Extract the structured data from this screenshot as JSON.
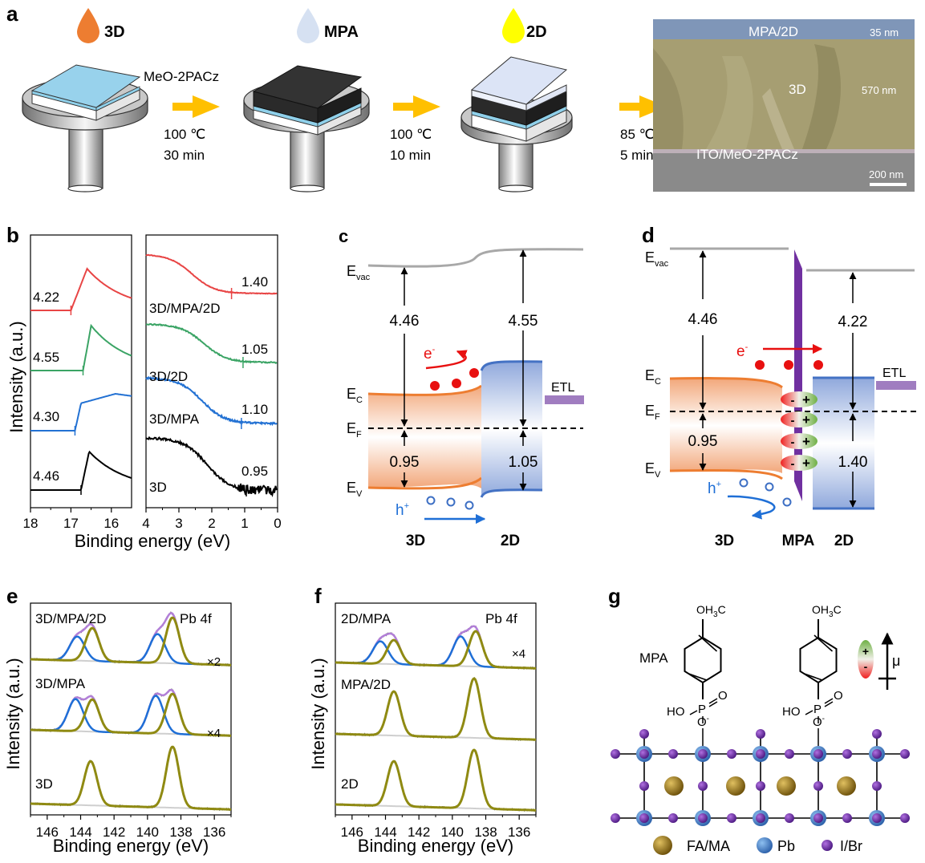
{
  "panels": {
    "a": {
      "label": "a",
      "drops": [
        {
          "label": "3D",
          "color": "#ED7D31"
        },
        {
          "label": "MPA",
          "color": "#D6E1F2"
        },
        {
          "label": "2D",
          "color": "#FFFF00"
        }
      ],
      "substrate_label": "MeO-2PACz",
      "steps": [
        {
          "temp": "100 ℃",
          "time": "30 min"
        },
        {
          "temp": "100 ℃",
          "time": "10 min"
        },
        {
          "temp": "85 ℃",
          "time": "5 min"
        }
      ],
      "sem": {
        "top_layer": "MPA/2D",
        "top_thickness": "35 nm",
        "middle_layer": "3D",
        "middle_thickness": "570 nm",
        "bottom_layer": "ITO/MeO-2PACz",
        "scale_bar": "200 nm"
      },
      "arrow_color": "#FFC000"
    },
    "b": {
      "label": "b",
      "ylabel": "Intensity (a.u.)",
      "xlabel": "Binding energy (eV)",
      "left_ticks": [
        "18",
        "17",
        "16"
      ],
      "right_ticks": [
        "4",
        "3",
        "2",
        "1",
        "0"
      ],
      "series": [
        {
          "name": "3D/MPA/2D",
          "color": "#E84545",
          "cutoff_value": "4.22",
          "vbm_value": "1.40"
        },
        {
          "name": "3D/2D",
          "color": "#3BA465",
          "cutoff_value": "4.55",
          "vbm_value": "1.05"
        },
        {
          "name": "3D/MPA",
          "color": "#2271D3",
          "cutoff_value": "4.30",
          "vbm_value": "1.10"
        },
        {
          "name": "3D",
          "color": "#000000",
          "cutoff_value": "4.46",
          "vbm_value": "0.95"
        }
      ]
    },
    "c": {
      "label": "c",
      "evac": "E",
      "evac_sub": "vac",
      "ec": "E",
      "ec_sub": "C",
      "ef": "E",
      "ef_sub": "F",
      "ev": "E",
      "ev_sub": "V",
      "wf_3d": "4.46",
      "wf_2d": "4.55",
      "vb_3d": "0.95",
      "vb_2d": "1.05",
      "electron": "e",
      "electron_sup": "-",
      "hole": "h",
      "hole_sup": "+",
      "etl": "ETL",
      "layer_3d": "3D",
      "layer_2d": "2D"
    },
    "d": {
      "label": "d",
      "evac": "E",
      "evac_sub": "vac",
      "ec": "E",
      "ec_sub": "C",
      "ef": "E",
      "ef_sub": "F",
      "ev": "E",
      "ev_sub": "V",
      "wf_3d": "4.46",
      "wf_2d": "4.22",
      "vb_3d": "0.95",
      "vb_2d": "1.40",
      "electron": "e",
      "electron_sup": "-",
      "hole": "h",
      "hole_sup": "+",
      "etl": "ETL",
      "dipole_minus": "-",
      "dipole_plus": "+",
      "layer_3d": "3D",
      "layer_mpa": "MPA",
      "layer_2d": "2D"
    },
    "e": {
      "label": "e",
      "ylabel": "Intensity (a.u.)",
      "xlabel": "Binding energy (eV)",
      "ticks": [
        "146",
        "144",
        "142",
        "140",
        "138",
        "136"
      ],
      "core_level": "Pb 4f",
      "series": [
        {
          "name": "3D/MPA/2D",
          "scale": "×2"
        },
        {
          "name": "3D/MPA",
          "scale": "×4"
        },
        {
          "name": "3D",
          "scale": ""
        }
      ]
    },
    "f": {
      "label": "f",
      "ylabel": "Intensity (a.u.)",
      "xlabel": "Binding energy (eV)",
      "ticks": [
        "146",
        "144",
        "142",
        "140",
        "138",
        "136"
      ],
      "core_level": "Pb 4f",
      "series": [
        {
          "name": "2D/MPA",
          "scale": "×4"
        },
        {
          "name": "MPA/2D",
          "scale": ""
        },
        {
          "name": "2D",
          "scale": ""
        }
      ]
    },
    "g": {
      "label": "g",
      "molecule_label": "MPA",
      "methoxy": "OH",
      "methoxy_sub": "3",
      "methoxy_end": "C",
      "p_atom": "P",
      "o_double": "O",
      "ho": "HO",
      "o_minus": "O",
      "o_minus_sup": "-",
      "dipole_plus": "+",
      "dipole_minus": "-",
      "mu": "μ",
      "legend": [
        {
          "label": "FA/MA",
          "color": "#8B6A10"
        },
        {
          "label": "Pb",
          "color": "#3A78C9"
        },
        {
          "label": "I/Br",
          "color": "#6B2BA0"
        }
      ]
    }
  },
  "chart_data": [
    {
      "type": "line",
      "panel": "b-left",
      "title": "",
      "xlabel": "Binding energy (eV)",
      "ylabel": "Intensity (a.u.)",
      "xlim": [
        18,
        15.5
      ],
      "series": [
        {
          "name": "3D/MPA/2D",
          "cutoff_eV": 17.0,
          "peak_eV": 16.6
        },
        {
          "name": "3D/2D",
          "cutoff_eV": 16.7,
          "peak_eV": 16.5
        },
        {
          "name": "3D/MPA",
          "cutoff_eV": 16.9,
          "peak_eV": 15.9
        },
        {
          "name": "3D",
          "cutoff_eV": 16.75,
          "peak_eV": 16.55
        }
      ]
    },
    {
      "type": "line",
      "panel": "b-right",
      "xlabel": "Binding energy (eV)",
      "xlim": [
        4,
        0
      ],
      "series": [
        {
          "name": "3D/MPA/2D",
          "onset_eV": 1.4
        },
        {
          "name": "3D/2D",
          "onset_eV": 1.05
        },
        {
          "name": "3D/MPA",
          "onset_eV": 1.1
        },
        {
          "name": "3D",
          "onset_eV": 0.95
        }
      ]
    },
    {
      "type": "line",
      "panel": "e",
      "xlabel": "Binding energy (eV)",
      "ylabel": "Intensity (a.u.)",
      "xlim": [
        147,
        135
      ],
      "series": [
        {
          "name": "3D/MPA/2D",
          "peaks_eV": [
            144.2,
            143.3,
            139.4,
            138.5
          ],
          "scale": 2
        },
        {
          "name": "3D/MPA",
          "peaks_eV": [
            144.3,
            143.3,
            139.5,
            138.5
          ],
          "scale": 4
        },
        {
          "name": "3D",
          "peaks_eV": [
            143.4,
            138.5
          ],
          "scale": 1
        }
      ]
    },
    {
      "type": "line",
      "panel": "f",
      "xlabel": "Binding energy (eV)",
      "ylabel": "Intensity (a.u.)",
      "xlim": [
        147,
        135
      ],
      "series": [
        {
          "name": "2D/MPA",
          "peaks_eV": [
            144.3,
            143.5,
            139.5,
            138.6
          ],
          "scale": 4
        },
        {
          "name": "MPA/2D",
          "peaks_eV": [
            143.5,
            138.7
          ],
          "scale": 1
        },
        {
          "name": "2D",
          "peaks_eV": [
            143.5,
            138.7
          ],
          "scale": 1
        }
      ]
    }
  ]
}
